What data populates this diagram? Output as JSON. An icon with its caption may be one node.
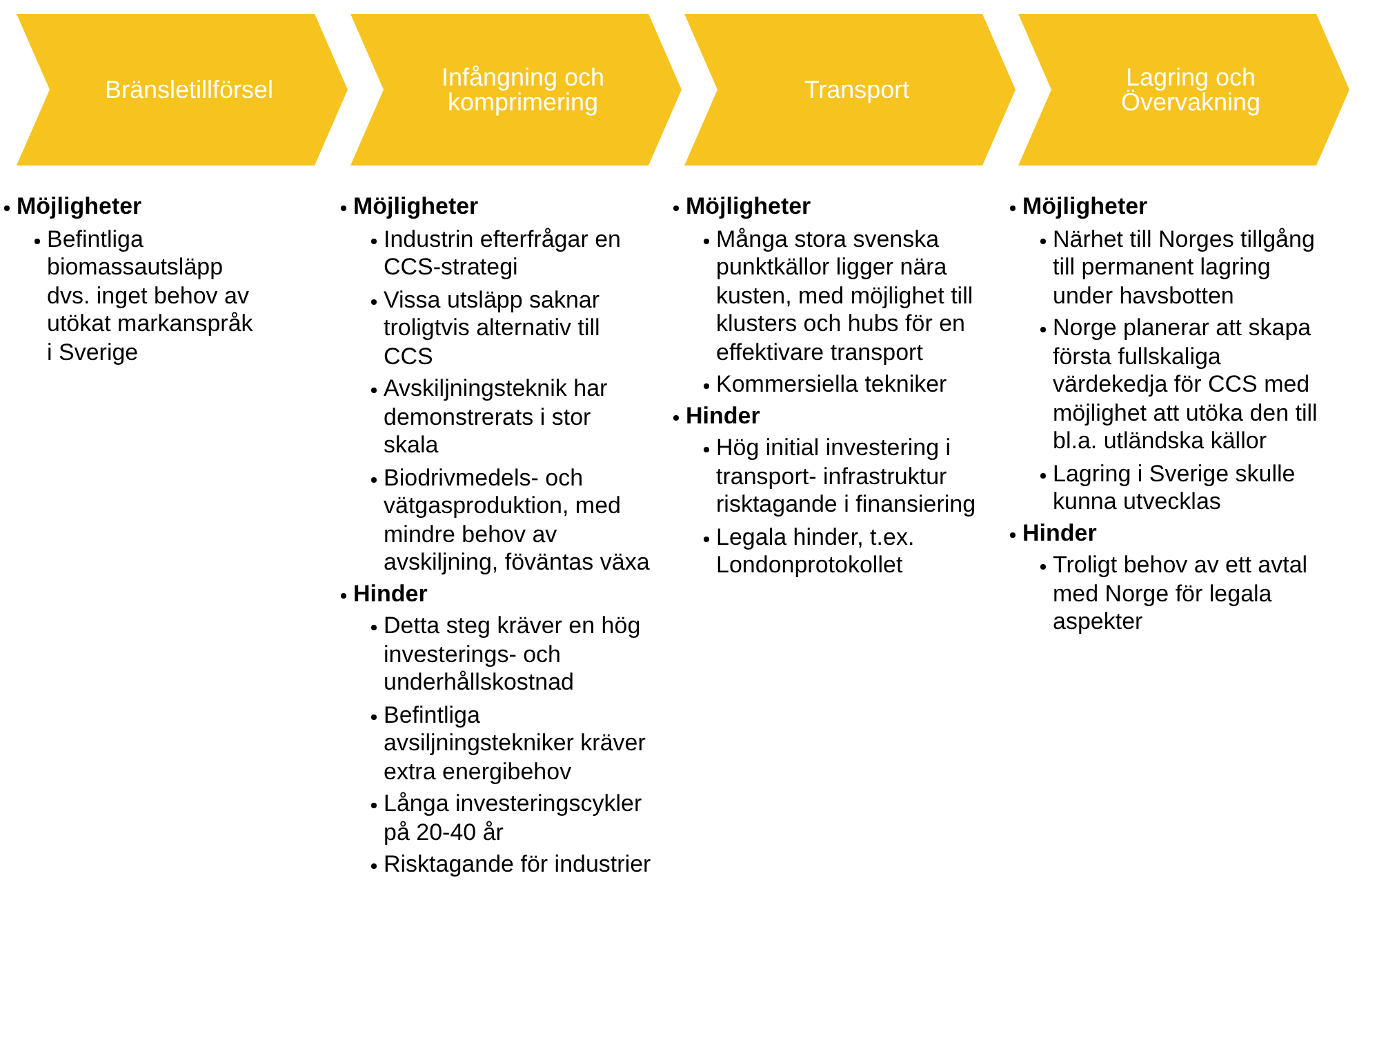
{
  "diagram": {
    "nodes": [
      {
        "text": [
          "Bränsletillförsel"
        ]
      },
      {
        "text": [
          "Infångning och komprimering"
        ]
      },
      {
        "text": [
          "Transport"
        ]
      },
      {
        "text": [
          "Lagring och Övervakning"
        ]
      }
    ],
    "labels": [
      "Möjligheter",
      "Befintliga biomassautsläpp dvs. inget behov av utökat markanspråk i Sverige",
      "Möjligheter",
      "Industrin efterfrågar en CCS-strategi",
      "Vissa utsläpp saknar troligtvis alternativ till CCS",
      "Avskiljningsteknik har demonstrerats i stor skala",
      "Biodrivmedels- och vätgasproduktion, med mindre behov av avskiljning, föväntas växa",
      "Hinder",
      "Detta steg kräver en hög investerings- och underhållskostnad",
      "Befintliga avsiljningstekniker kräver extra energibehov",
      "Långa investeringscykler på 20-40 år",
      "Risktagande för industrier",
      "Möjligheter",
      "Många stora svenska punktkällor ligger nära kusten, med möjlighet till klusters och hubs för en effektivare transport",
      "Kommersiella tekniker",
      "Hinder",
      "Hög initial investering i transport- infrastruktur risktagande i finansiering",
      "Legala hinder, t.ex. Londonprotokollet",
      "Möjligheter",
      "Närhet till Norges tillgång till permanent lagring under havsbotten",
      "Norge planerar att skapa första fullskaliga värdekedja för CCS med möjlighet att utöka den till bl.a. utländska källor",
      "Lagring i Sverige skulle kunna utvecklas",
      "Hinder",
      "Troligt behov av ett avtal med Norge för legala aspekter"
    ]
  }
}
